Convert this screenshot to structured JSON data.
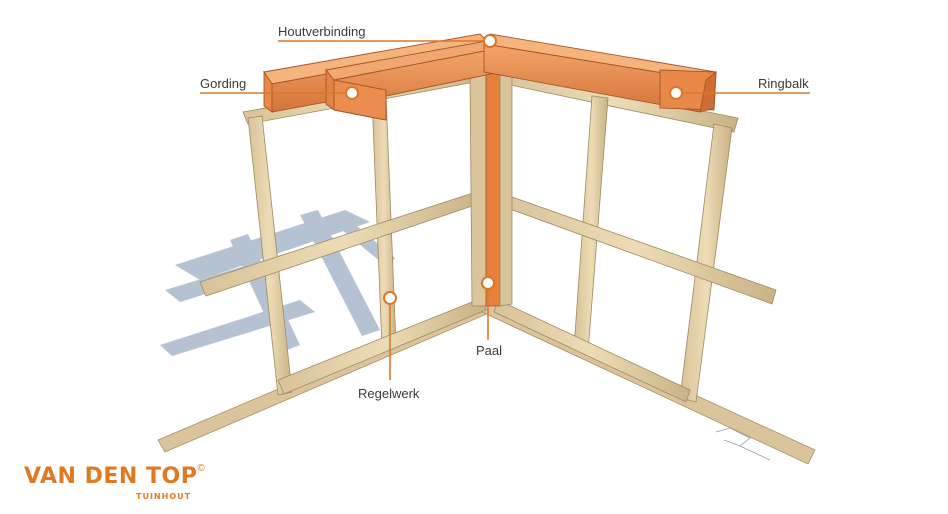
{
  "labels": {
    "houtverbinding": "Houtverbinding",
    "gording": "Gording",
    "ringbalk": "Ringbalk",
    "paal": "Paal",
    "regelwerk": "Regelwerk"
  },
  "logo": {
    "main": "VAN DEN TOP",
    "copyright": "©",
    "sub": "TUINHOUT"
  },
  "colors": {
    "accent": "#d9782a",
    "timber_light": "#e4d2a8",
    "timber_dark": "#c9b286",
    "beam_orange": "#e0813f",
    "shadow": "#a7b6c9"
  }
}
